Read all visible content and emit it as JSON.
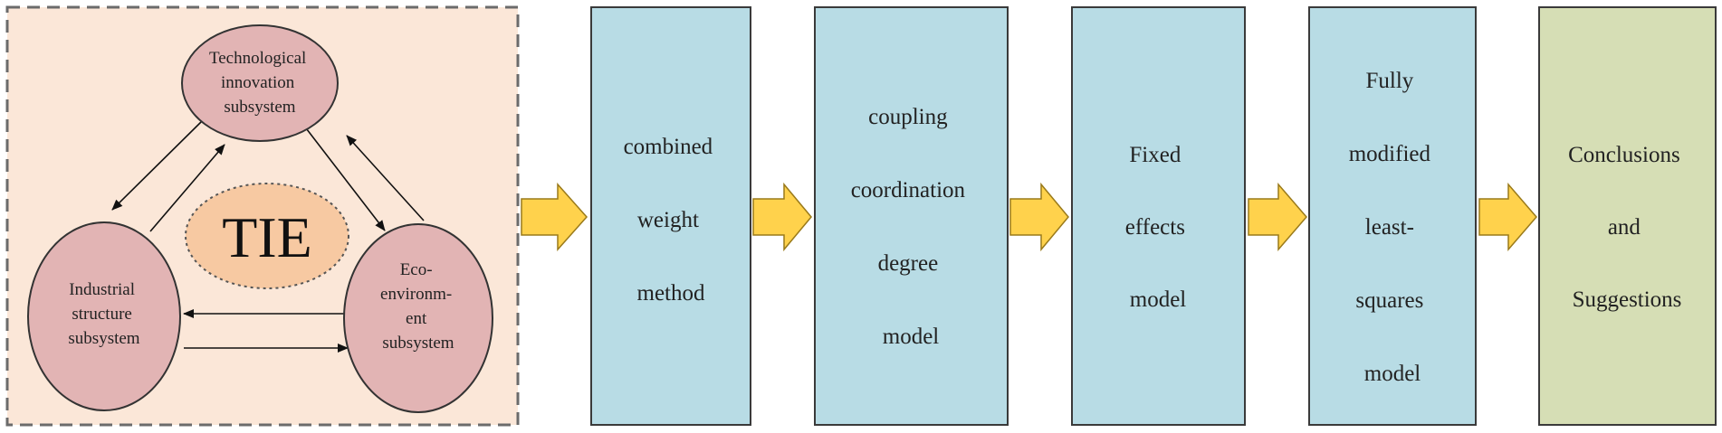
{
  "colors": {
    "panel_fill": "#fbe7d8",
    "panel_border": "#6b6b6b",
    "node_fill": "#e2b4b4",
    "center_fill": "#f7c9a2",
    "box_fill": "#b8dce5",
    "final_fill": "#d6deb5",
    "arrow_fill": "#ffd24c",
    "arrow_stroke": "#9a7a1a"
  },
  "system": {
    "center_label": "TIE",
    "nodes": {
      "tech": [
        "Technological",
        "innovation",
        "subsystem"
      ],
      "industrial": [
        "Industrial",
        "structure",
        "subsystem"
      ],
      "eco": [
        "Eco-",
        "environm-",
        "ent",
        "subsystem"
      ]
    }
  },
  "steps": [
    {
      "lines": [
        "combined",
        "weight",
        "method"
      ]
    },
    {
      "lines": [
        "coupling",
        "coordination",
        "degree",
        "model"
      ]
    },
    {
      "lines": [
        "Fixed",
        "effects",
        "model"
      ]
    },
    {
      "lines": [
        "Fully",
        "modified",
        "least-",
        "squares",
        "model"
      ]
    },
    {
      "lines": [
        "Conclusions",
        "and",
        "Suggestions"
      ]
    }
  ]
}
